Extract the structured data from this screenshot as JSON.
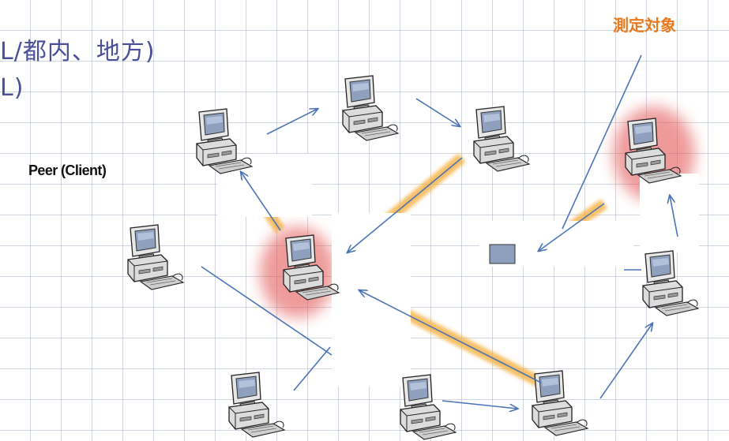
{
  "title": {
    "line1": "L/都内、地方)",
    "line2": "L)"
  },
  "labels": {
    "peer_client": "Peer (Client)",
    "measurement_target": "測定対象"
  },
  "colors": {
    "arrow_blue": "#4a74b8",
    "glow_orange": "#f5b041",
    "glow_red": "#e24a4a",
    "title_text": "#4b4f9a",
    "target_text": "#e8791e"
  },
  "icons": {
    "computer": "desktop-computer-icon"
  }
}
